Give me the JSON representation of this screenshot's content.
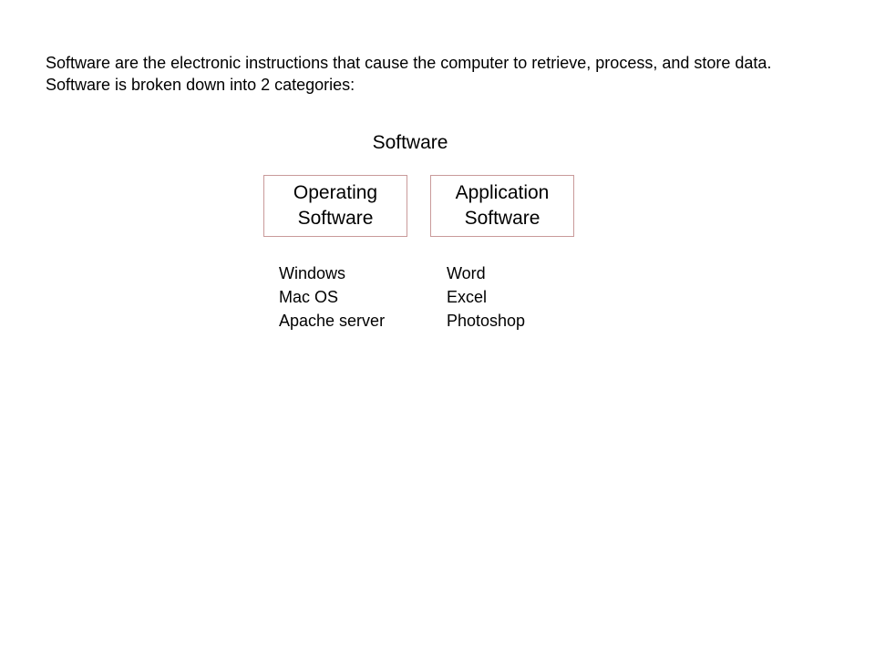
{
  "intro_text": "Software are the electronic instructions that cause the computer to retrieve, process, and store data. Software is broken down into 2 categories:",
  "diagram": {
    "title": "Software",
    "categories": [
      {
        "label": "Operating Software",
        "examples": [
          "Windows",
          "Mac OS",
          "Apache server"
        ]
      },
      {
        "label": "Application Software",
        "examples": [
          "Word",
          "Excel",
          "Photoshop"
        ]
      }
    ]
  },
  "colors": {
    "box_border": "#c99a9a",
    "text": "#000000",
    "background": "#ffffff"
  }
}
